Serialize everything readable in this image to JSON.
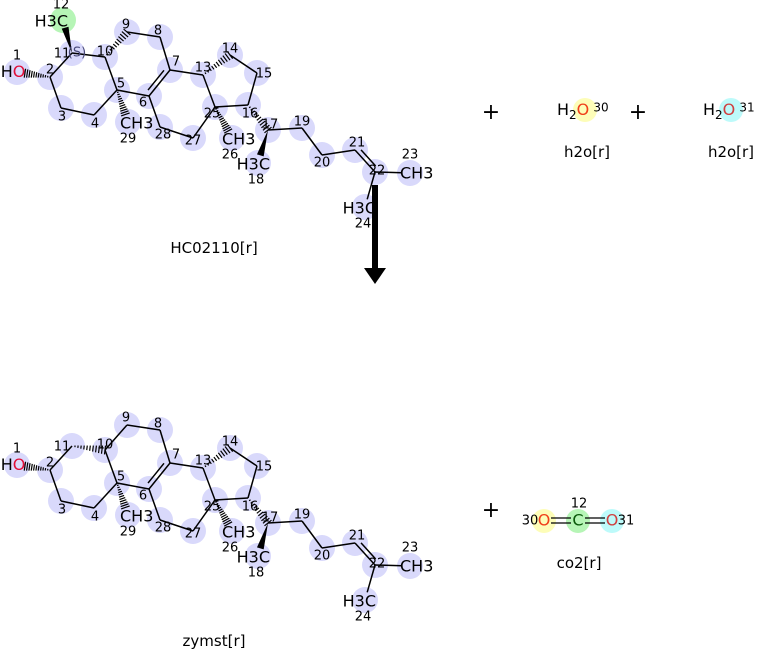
{
  "reaction": {
    "reactants": [
      {
        "name": "HC02110[r]",
        "atom_numbers": [
          "1",
          "2",
          "3",
          "4",
          "5",
          "6",
          "7",
          "8",
          "9",
          "10",
          "11",
          "12",
          "13",
          "14",
          "15",
          "16",
          "17",
          "18",
          "19",
          "20",
          "21",
          "22",
          "23",
          "24",
          "25",
          "26",
          "27",
          "28",
          "29"
        ],
        "groups": {
          "1": "HO",
          "12": "H3C",
          "18": "H3C",
          "23": "CH3",
          "24": "H3C",
          "26": "CH3",
          "29": "CH3"
        },
        "stereo_label": "(S)"
      },
      {
        "name": "h2o[r]",
        "formula": "H2O",
        "atom_number": "30"
      },
      {
        "name": "h2o[r]",
        "formula": "H2O",
        "atom_number": "31"
      }
    ],
    "products": [
      {
        "name": "zymst[r]",
        "atom_numbers": [
          "1",
          "2",
          "3",
          "4",
          "5",
          "6",
          "7",
          "8",
          "9",
          "10",
          "11",
          "13",
          "14",
          "15",
          "16",
          "17",
          "18",
          "19",
          "20",
          "21",
          "22",
          "23",
          "24",
          "25",
          "26",
          "27",
          "28",
          "29"
        ],
        "groups": {
          "1": "HO",
          "18": "H3C",
          "23": "CH3",
          "24": "H3C",
          "26": "CH3",
          "29": "CH3"
        }
      },
      {
        "name": "co2[r]",
        "atoms": [
          "O",
          "C",
          "O"
        ],
        "atom_numbers": [
          "30",
          "12",
          "31"
        ]
      }
    ],
    "operator": "+"
  },
  "colors": {
    "atom_highlight": "#d9d9fb",
    "highlight_green": "#b6f5b6",
    "highlight_yellow": "#fdfdb8",
    "highlight_cyan": "#bdfafa",
    "oxygen_red": "#e0103a",
    "oxygen_orange": "#f0401a",
    "bond": "#000000"
  }
}
